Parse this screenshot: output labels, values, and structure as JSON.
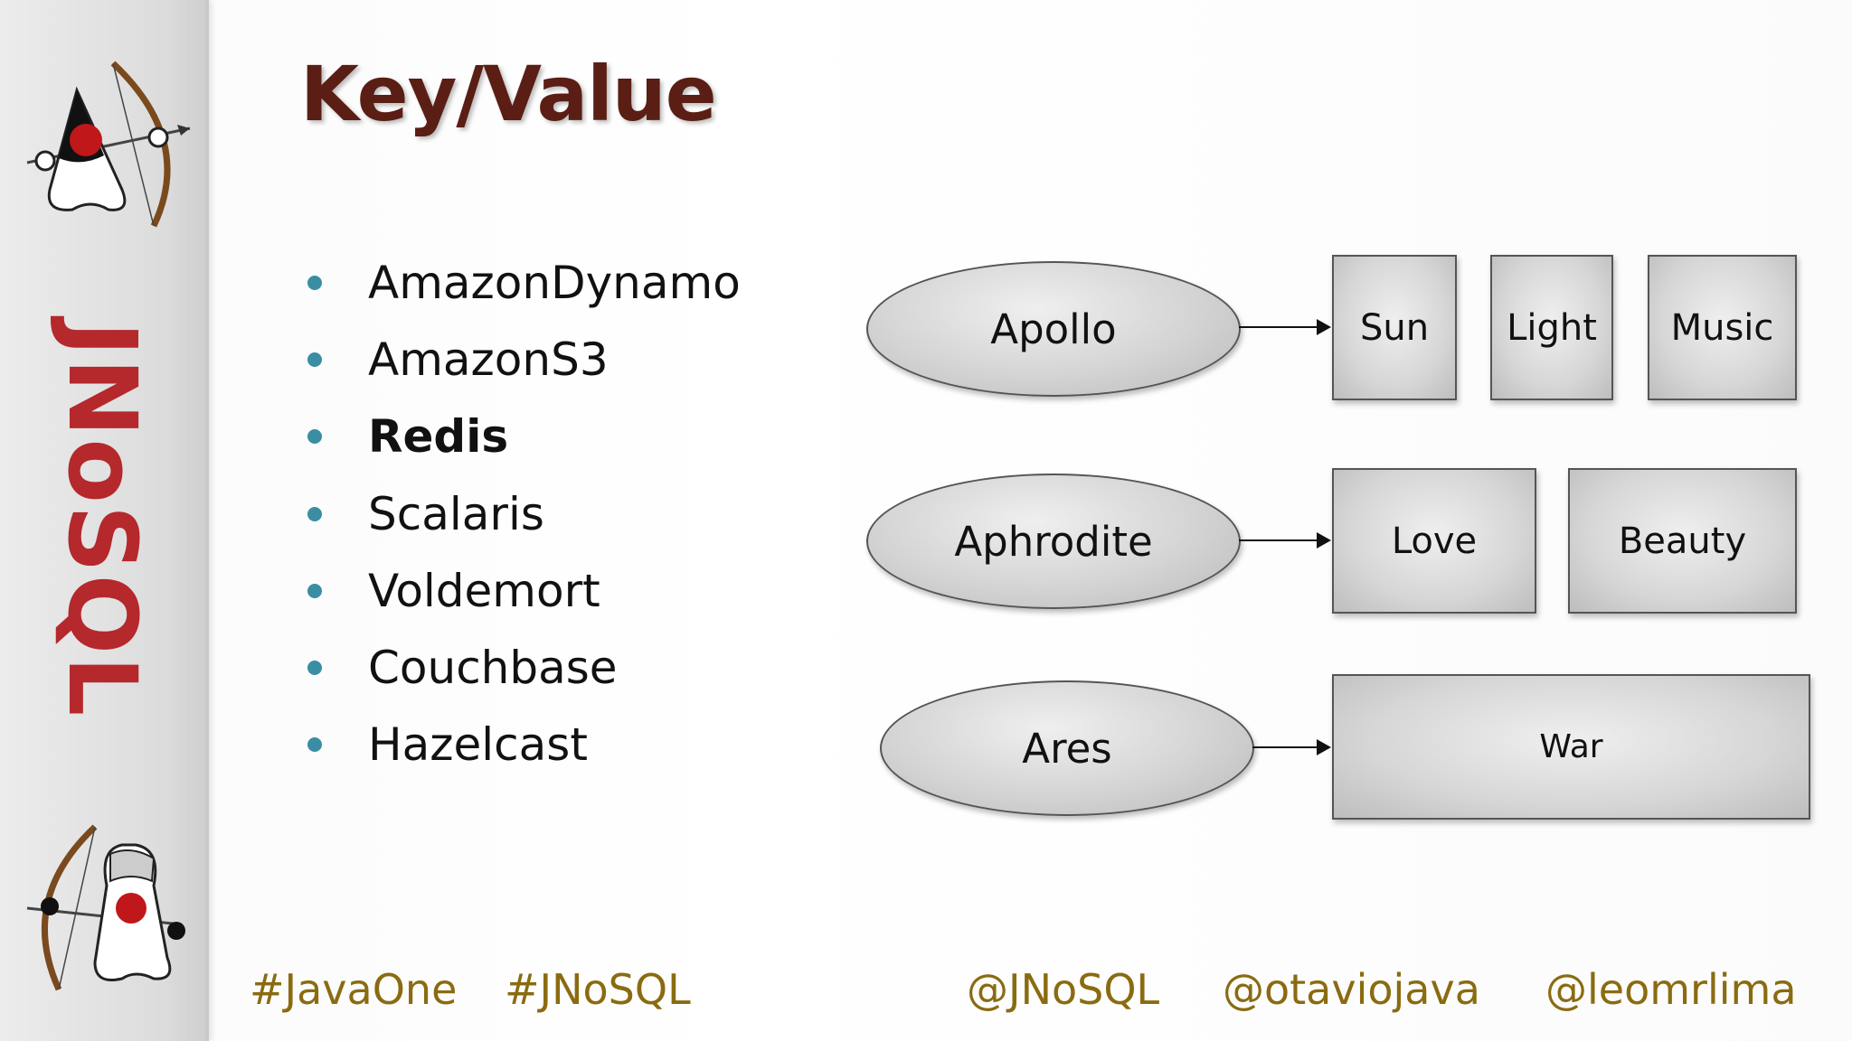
{
  "slide": {
    "title": "Key/Value",
    "sidebar_logo": "JNoSQL",
    "bullets": [
      {
        "label": "AmazonDynamo",
        "bold": false
      },
      {
        "label": "AmazonS3",
        "bold": false
      },
      {
        "label": "Redis",
        "bold": true
      },
      {
        "label": "Scalaris",
        "bold": false
      },
      {
        "label": "Voldemort",
        "bold": false
      },
      {
        "label": "Couchbase",
        "bold": false
      },
      {
        "label": "Hazelcast",
        "bold": false
      }
    ],
    "diagram": {
      "rows": [
        {
          "key": "Apollo",
          "values": [
            "Sun",
            "Light",
            "Music"
          ]
        },
        {
          "key": "Aphrodite",
          "values": [
            "Love",
            "Beauty"
          ]
        },
        {
          "key": "Ares",
          "values": [
            "War"
          ]
        }
      ]
    },
    "footer": {
      "hashtags": [
        "#JavaOne",
        "#JNoSQL"
      ],
      "handles": [
        "@JNoSQL",
        "@otaviojava",
        "@leomrlima"
      ]
    },
    "colors": {
      "title": "#5a1e14",
      "logo": "#b5282c",
      "bullet": "#3a8ea3",
      "footer": "#8a6b10"
    },
    "icons": [
      "duke-archer-mascot-icon",
      "duke-knight-archer-mascot-icon"
    ]
  }
}
